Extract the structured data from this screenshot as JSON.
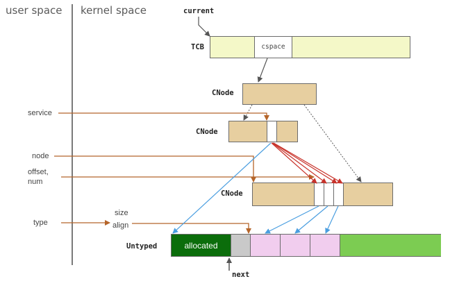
{
  "header": {
    "user_space": "user space",
    "kernel_space": "kernel space"
  },
  "labels": {
    "service": "service",
    "node": "node",
    "offset_num_line1": "offset,",
    "offset_num_line2": "num",
    "type": "type",
    "size_align_line1": "size",
    "size_align_line2": "align",
    "current": "current",
    "next": "next"
  },
  "objects": {
    "tcb_label": "TCB",
    "cspace_label": "cspace",
    "cnode1_label": "CNode",
    "cnode2_label": "CNode",
    "cnode3_label": "CNode",
    "untyped_label": "Untyped",
    "allocated_label": "allocated"
  },
  "colors": {
    "orange_line": "#b5652a",
    "blue_line": "#4a9ee0",
    "red_line": "#c8322a",
    "dark_line": "#555555",
    "tcb_fill": "#f4f8c8",
    "cnode_fill": "#e7cfa0",
    "allocated_fill": "#0b6d0b",
    "free_fill": "#7ccc52",
    "new_obj_fill": "#f1cdee"
  }
}
